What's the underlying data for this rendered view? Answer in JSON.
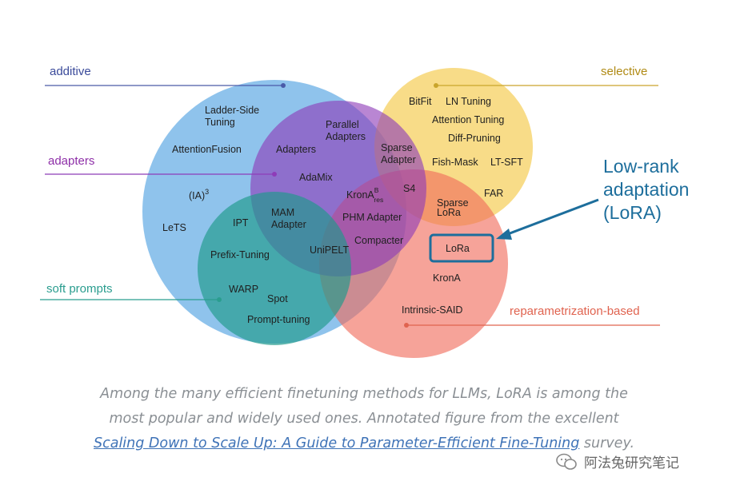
{
  "categories": {
    "additive": "additive",
    "adapters": "adapters",
    "soft_prompts": "soft prompts",
    "selective": "selective",
    "reparametrization": "reparametrization-based"
  },
  "methods": {
    "ladder_side_1": "Ladder-Side",
    "ladder_side_2": "Tuning",
    "attention_fusion": "AttentionFusion",
    "ia3": "(IA)",
    "ia3_sup": "3",
    "lets": "LeTS",
    "parallel_1": "Parallel",
    "parallel_2": "Adapters",
    "adapters": "Adapters",
    "adamix": "AdaMix",
    "sparse_adapter_1": "Sparse",
    "sparse_adapter_2": "Adapter",
    "s4": "S4",
    "krona_res": "KronA",
    "krona_sup": "B",
    "krona_sub": "res",
    "phm_adapter": "PHM Adapter",
    "compacter": "Compacter",
    "mam_1": "MAM",
    "mam_2": "Adapter",
    "ipt": "IPT",
    "prefix_tuning": "Prefix-Tuning",
    "unipelt": "UniPELT",
    "warp": "WARP",
    "spot": "Spot",
    "prompt_tuning": "Prompt-tuning",
    "bitfit": "BitFit",
    "ln_tuning": "LN Tuning",
    "attention_tuning": "Attention Tuning",
    "diff_pruning": "Diff-Pruning",
    "fish_mask": "Fish-Mask",
    "lt_sft": "LT-SFT",
    "far": "FAR",
    "sparse_lora_1": "Sparse",
    "sparse_lora_2": "LoRa",
    "lora": "LoRa",
    "krona": "KronA",
    "intrinsic_said": "Intrinsic-SAID"
  },
  "annotation": {
    "line1": "Low-rank",
    "line2": "adaptation",
    "line3": "(LoRA)"
  },
  "colors": {
    "additive": "#4a9ee0",
    "adapters": "#8e3cb8",
    "soft_prompts": "#2a9d8f",
    "selective": "#f3c63f",
    "reparametrization": "#f06a5a",
    "annotation": "#1d6e9c"
  },
  "caption": {
    "text1": "Among the many efficient finetuning methods for LLMs, LoRA is among the most popular and widely used ones. Annotated figure from the excellent ",
    "link1": "Scaling Down to Scale Up: A Guide to Parameter-Efficient Fine-Tuning",
    "text2": " survey."
  },
  "watermark": {
    "text": "阿法兔研究笔记"
  }
}
